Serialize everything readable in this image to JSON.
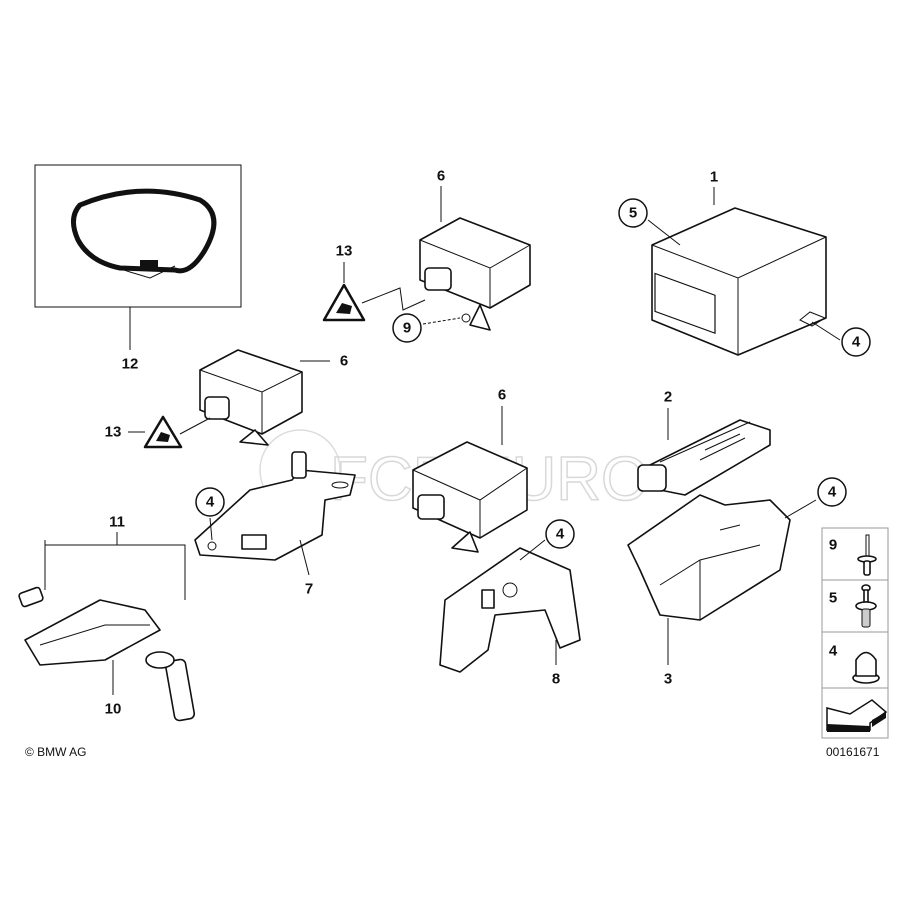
{
  "diagram": {
    "watermark": "FCP EURO",
    "copyright": "© BMW AG",
    "diagram_id": "00161671",
    "callouts": {
      "c1": "1",
      "c2": "2",
      "c3": "3",
      "c4a": "4",
      "c4b": "4",
      "c4c": "4",
      "c4d": "4",
      "c5": "5",
      "c6a": "6",
      "c6b": "6",
      "c6c": "6",
      "c7": "7",
      "c8": "8",
      "c9": "9",
      "c10": "10",
      "c11": "11",
      "c12": "12",
      "c13a": "13",
      "c13b": "13"
    },
    "legend": {
      "items": [
        {
          "number": "9",
          "part": "rivet"
        },
        {
          "number": "5",
          "part": "screw-rivet"
        },
        {
          "number": "4",
          "part": "nut"
        }
      ]
    }
  }
}
